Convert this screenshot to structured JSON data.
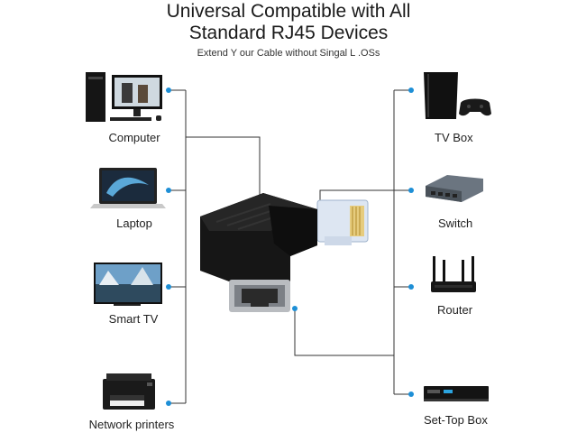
{
  "title": {
    "line1": "Universal Compatible with All",
    "line2": "Standard RJ45 Devices",
    "subtitle": "Extend Y our Cable without Singal L .OSs"
  },
  "devices_left": [
    {
      "label": "Computer",
      "icon": "computer-icon"
    },
    {
      "label": "Laptop",
      "icon": "laptop-icon"
    },
    {
      "label": "Smart TV",
      "icon": "smart-tv-icon"
    },
    {
      "label": "Network printers",
      "icon": "printer-icon"
    }
  ],
  "devices_right": [
    {
      "label": "TV Box",
      "icon": "tv-box-icon"
    },
    {
      "label": "Switch",
      "icon": "switch-icon"
    },
    {
      "label": "Router",
      "icon": "router-icon"
    },
    {
      "label": "Set-Top Box",
      "icon": "set-top-box-icon"
    }
  ],
  "center": {
    "icon": "rj45-adapter-icon"
  },
  "colors": {
    "dot": "#1e8fd6",
    "line": "#333333",
    "device": "#151515"
  }
}
